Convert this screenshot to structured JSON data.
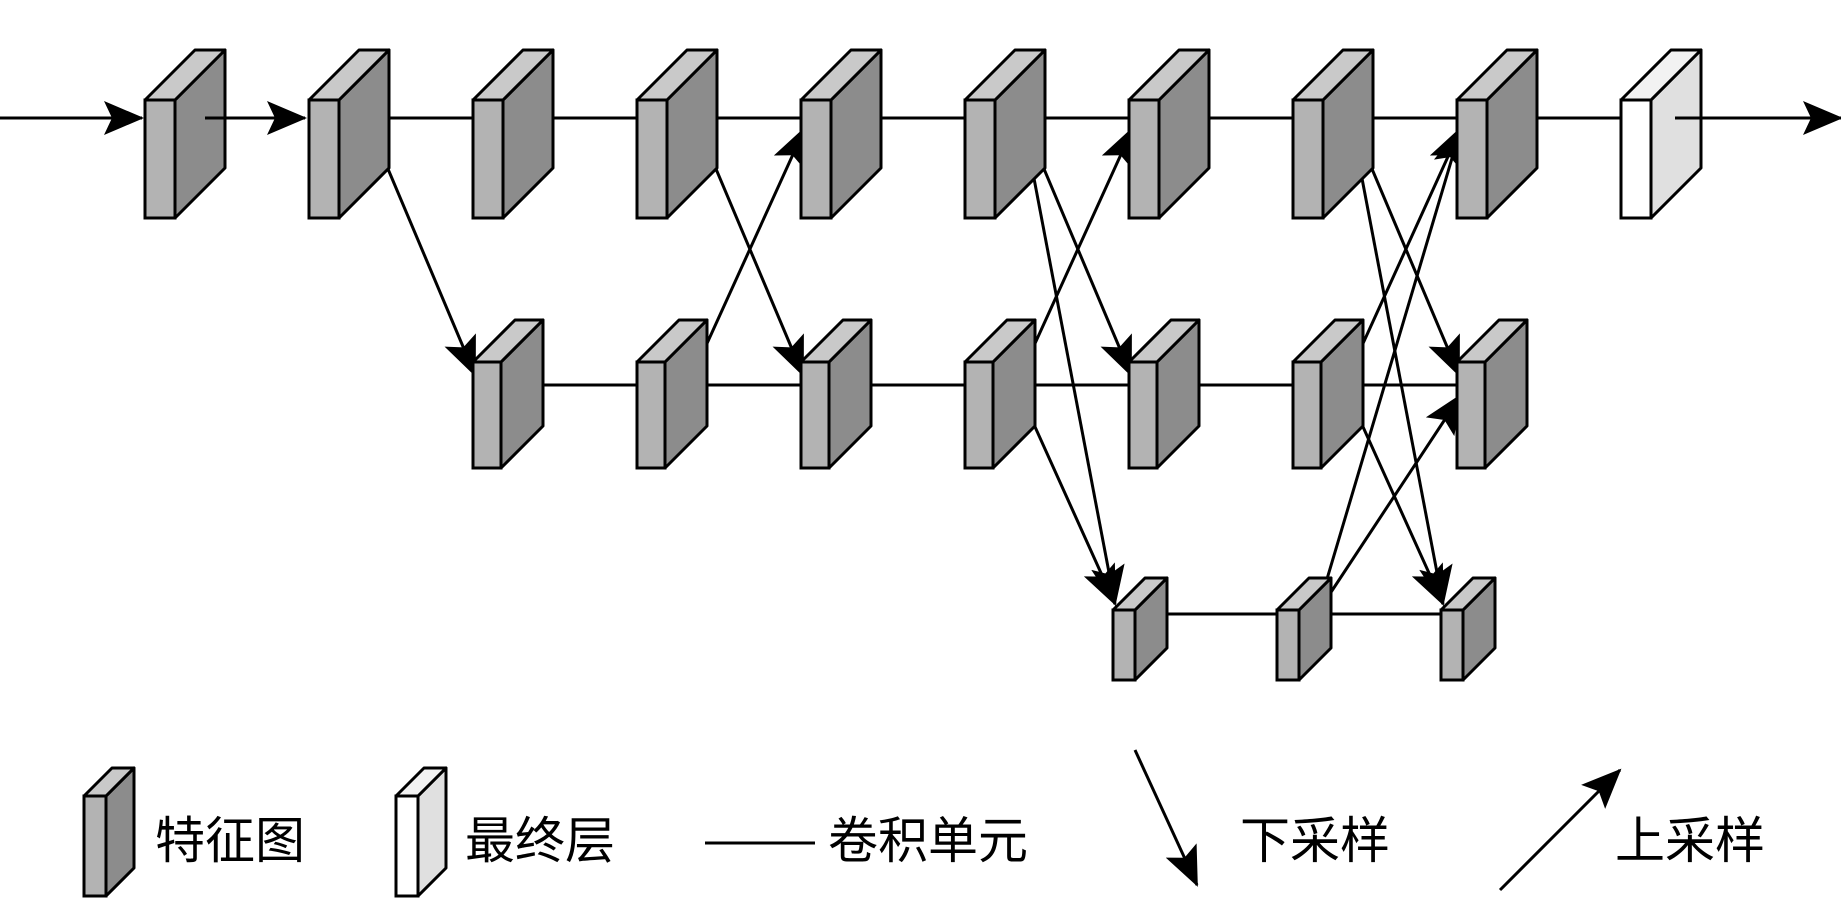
{
  "colors": {
    "feature_front": "#b3b3b3",
    "feature_side": "#8c8c8c",
    "feature_top": "#c9c9c9",
    "final_front": "#ffffff",
    "final_side": "#e0e0e0",
    "stroke": "#000000"
  },
  "legend": {
    "feature_map": "特征图",
    "final_layer": "最终层",
    "conv_unit": "卷积单元",
    "downsample": "下采样",
    "upsample": "上采样"
  },
  "network": {
    "columns": 10,
    "levels": 3,
    "blocks": [
      {
        "id": "b0-0",
        "col": 0,
        "level": 0,
        "kind": "feature"
      },
      {
        "id": "b1-0",
        "col": 1,
        "level": 0,
        "kind": "feature"
      },
      {
        "id": "b2-0",
        "col": 2,
        "level": 0,
        "kind": "feature"
      },
      {
        "id": "b3-0",
        "col": 3,
        "level": 0,
        "kind": "feature"
      },
      {
        "id": "b4-0",
        "col": 4,
        "level": 0,
        "kind": "feature"
      },
      {
        "id": "b5-0",
        "col": 5,
        "level": 0,
        "kind": "feature"
      },
      {
        "id": "b6-0",
        "col": 6,
        "level": 0,
        "kind": "feature"
      },
      {
        "id": "b7-0",
        "col": 7,
        "level": 0,
        "kind": "feature"
      },
      {
        "id": "b8-0",
        "col": 8,
        "level": 0,
        "kind": "feature"
      },
      {
        "id": "b9-0",
        "col": 9,
        "level": 0,
        "kind": "final"
      },
      {
        "id": "b2-1",
        "col": 2,
        "level": 1,
        "kind": "feature"
      },
      {
        "id": "b3-1",
        "col": 3,
        "level": 1,
        "kind": "feature"
      },
      {
        "id": "b4-1",
        "col": 4,
        "level": 1,
        "kind": "feature"
      },
      {
        "id": "b5-1",
        "col": 5,
        "level": 1,
        "kind": "feature"
      },
      {
        "id": "b6-1",
        "col": 6,
        "level": 1,
        "kind": "feature"
      },
      {
        "id": "b7-1",
        "col": 7,
        "level": 1,
        "kind": "feature"
      },
      {
        "id": "b8-1",
        "col": 8,
        "level": 1,
        "kind": "feature"
      },
      {
        "id": "b6-2",
        "col": 6,
        "level": 2,
        "kind": "feature"
      },
      {
        "id": "b7-2",
        "col": 7,
        "level": 2,
        "kind": "feature"
      },
      {
        "id": "b8-2",
        "col": 8,
        "level": 2,
        "kind": "feature"
      }
    ],
    "conv_links": [
      {
        "from": "b1-0",
        "to": "b2-0"
      },
      {
        "from": "b2-0",
        "to": "b3-0"
      },
      {
        "from": "b3-0",
        "to": "b4-0"
      },
      {
        "from": "b4-0",
        "to": "b5-0"
      },
      {
        "from": "b5-0",
        "to": "b6-0"
      },
      {
        "from": "b6-0",
        "to": "b7-0"
      },
      {
        "from": "b7-0",
        "to": "b8-0"
      },
      {
        "from": "b8-0",
        "to": "b9-0"
      },
      {
        "from": "b2-1",
        "to": "b3-1"
      },
      {
        "from": "b3-1",
        "to": "b4-1"
      },
      {
        "from": "b4-1",
        "to": "b5-1"
      },
      {
        "from": "b5-1",
        "to": "b6-1"
      },
      {
        "from": "b6-1",
        "to": "b7-1"
      },
      {
        "from": "b7-1",
        "to": "b8-1"
      },
      {
        "from": "b6-2",
        "to": "b7-2"
      },
      {
        "from": "b7-2",
        "to": "b8-2"
      }
    ],
    "down_links": [
      {
        "from": "b1-0",
        "to": "b2-1"
      },
      {
        "from": "b3-0",
        "to": "b4-1"
      },
      {
        "from": "b5-0",
        "to": "b6-1"
      },
      {
        "from": "b5-0",
        "to": "b6-2"
      },
      {
        "from": "b5-1",
        "to": "b6-2"
      },
      {
        "from": "b7-0",
        "to": "b8-1"
      },
      {
        "from": "b7-0",
        "to": "b8-2"
      },
      {
        "from": "b7-1",
        "to": "b8-2"
      }
    ],
    "up_links": [
      {
        "from": "b3-1",
        "to": "b4-0"
      },
      {
        "from": "b5-1",
        "to": "b6-0"
      },
      {
        "from": "b7-1",
        "to": "b8-0"
      },
      {
        "from": "b7-2",
        "to": "b8-0"
      },
      {
        "from": "b7-2",
        "to": "b8-1"
      }
    ]
  }
}
